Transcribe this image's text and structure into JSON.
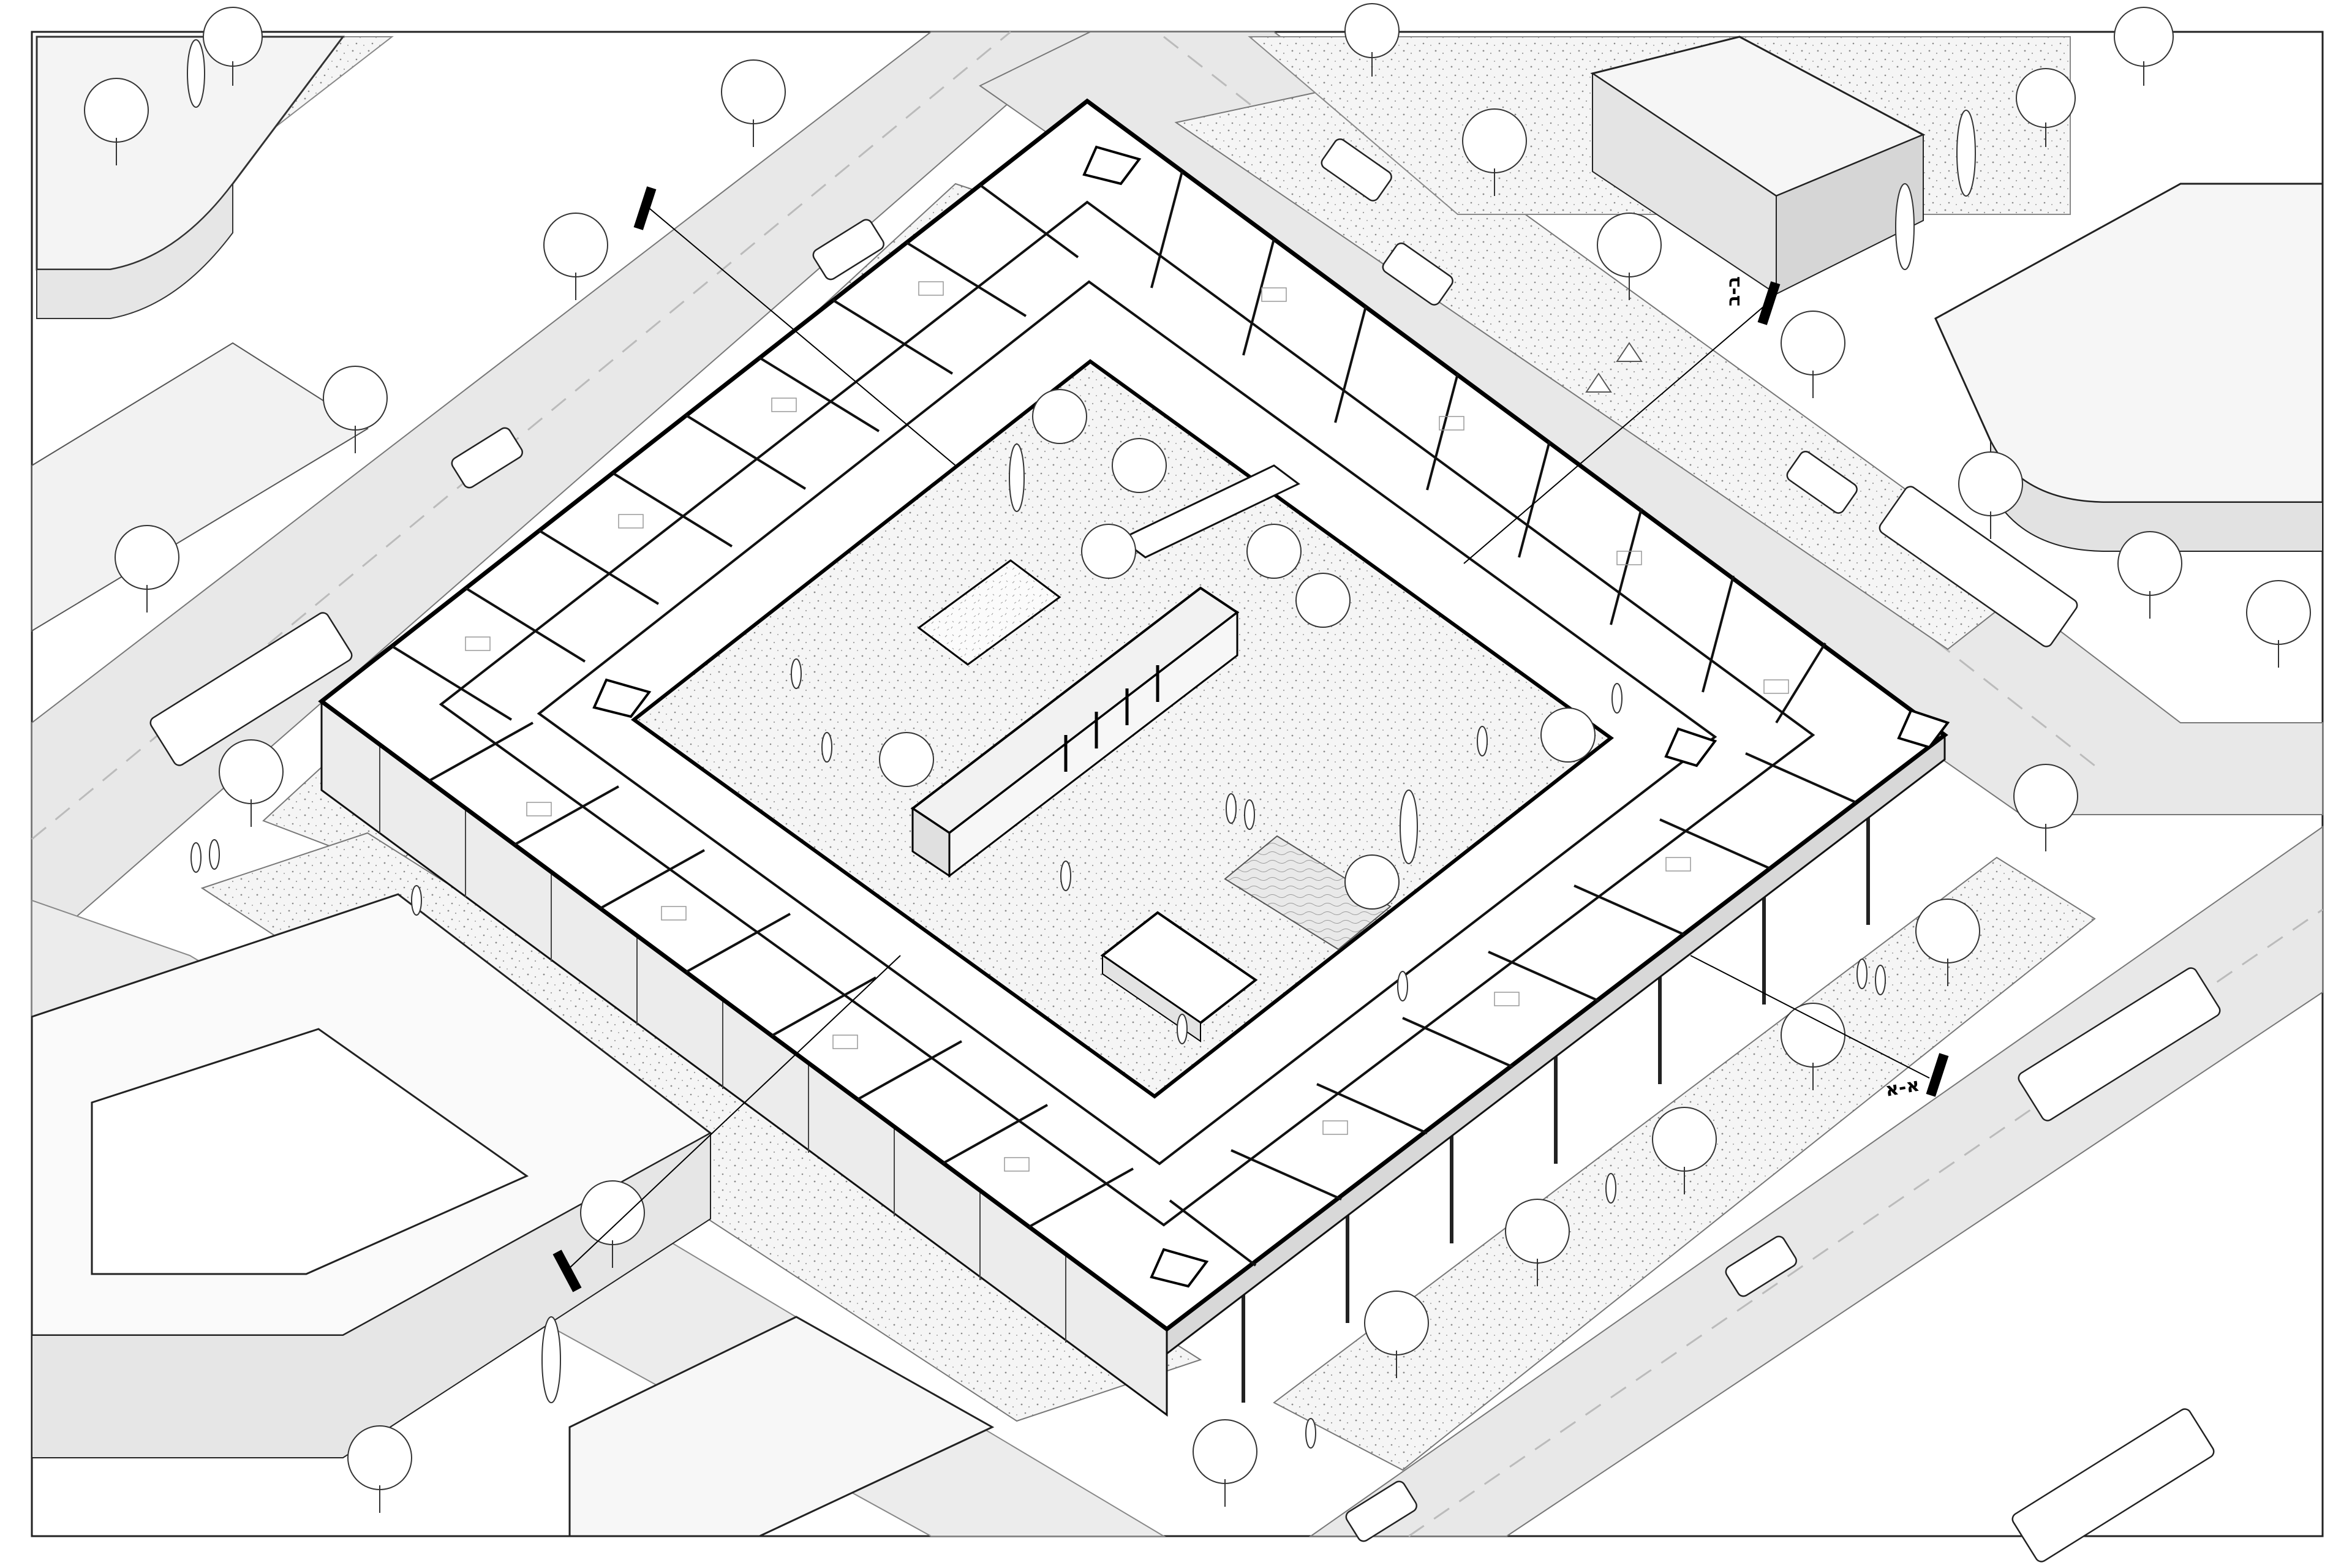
{
  "drawing": {
    "colors": {
      "paper": "#ffffff",
      "road": "#e6e6e6",
      "pavement": "#f3f3f3",
      "ink": "#111111",
      "thin_line": "#555555",
      "light_line": "#9a9a9a",
      "courtyard": "#f7f7f7",
      "pool": "#dcdcdc"
    },
    "section_markers": [
      {
        "id": "section-a",
        "label": "א-א"
      },
      {
        "id": "section-b",
        "label": "ב-ב"
      }
    ],
    "legend_text": ""
  }
}
